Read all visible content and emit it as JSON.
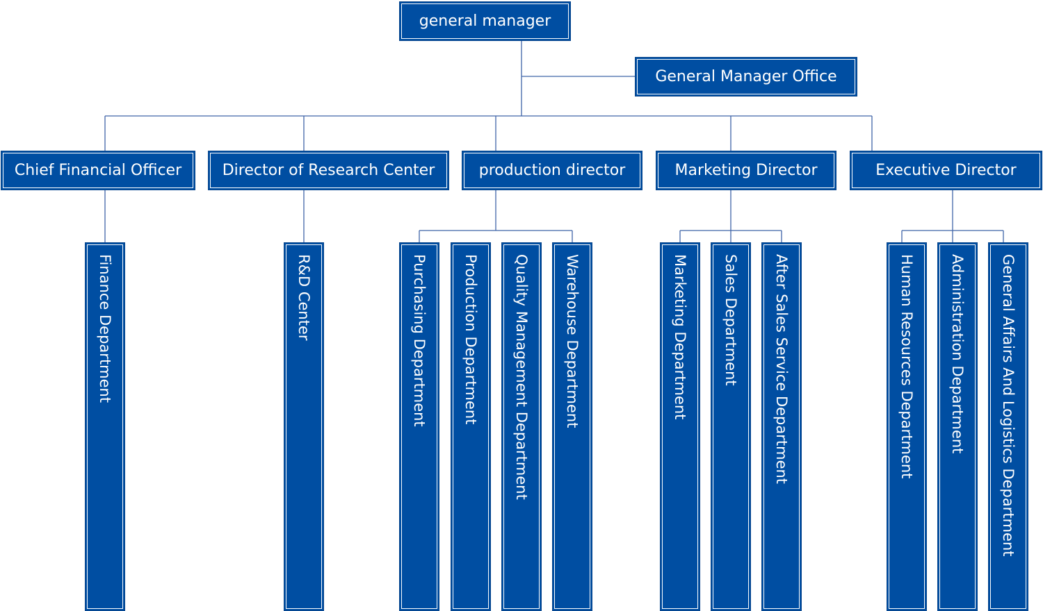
{
  "colors": {
    "box_fill": "#004ea2",
    "connector": "#3f63a8"
  },
  "top": {
    "general_manager": "general manager",
    "office": "General Manager Office"
  },
  "directors": [
    "Chief Financial Officer",
    "Director of Research Center",
    "production director",
    "Marketing Director",
    "Executive Director"
  ],
  "departments": {
    "finance": [
      "Finance  Department"
    ],
    "research": [
      "R&D Center"
    ],
    "production": [
      "Purchasing Department",
      "Production Department",
      "Quality Management Department",
      "Warehouse Department"
    ],
    "marketing": [
      "Marketing Department",
      "Sales Department",
      "After Sales Service Department"
    ],
    "executive": [
      "Human Resources Department",
      "Administration Department",
      "General Affairs And Logistics Department"
    ]
  }
}
